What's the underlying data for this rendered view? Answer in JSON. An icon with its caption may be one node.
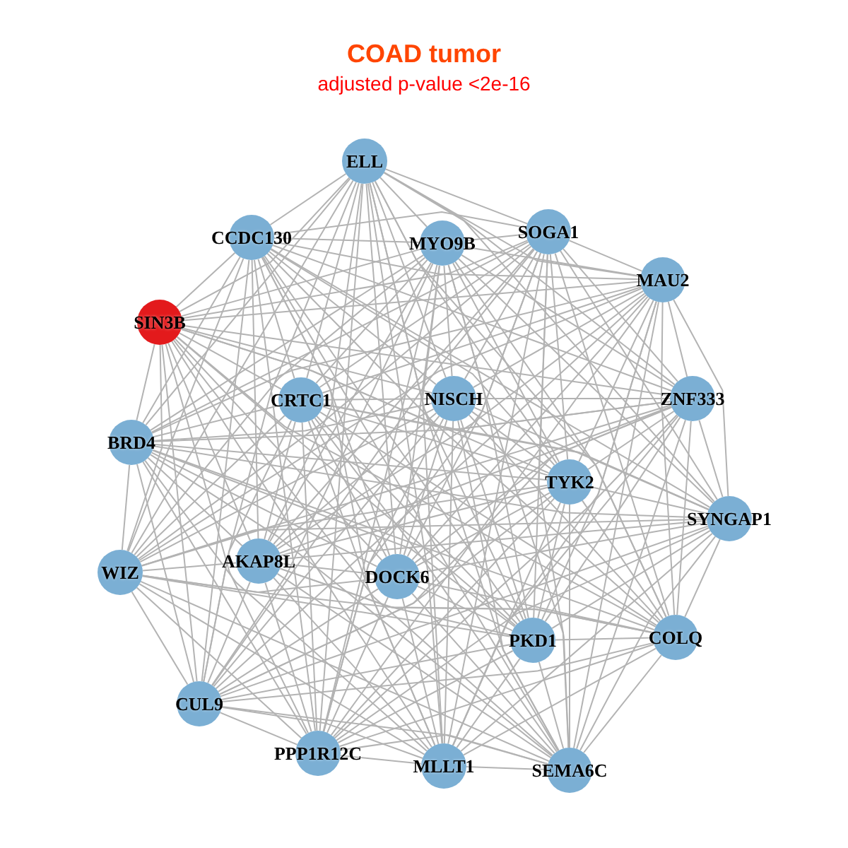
{
  "diagram": {
    "title": "COAD tumor",
    "caption": "adjusted p-value <2e-16",
    "nodes": [
      {
        "text": [
          "ELL"
        ]
      },
      {
        "text": [
          "SOGA1"
        ]
      },
      {
        "text": [
          "CCDC130"
        ]
      },
      {
        "text": [
          "MYO9B"
        ]
      },
      {
        "text": [
          "MAU2"
        ]
      },
      {
        "text": [
          "SIN3B"
        ]
      },
      {
        "text": [
          "CRTC1"
        ]
      },
      {
        "text": [
          "NISCH"
        ]
      },
      {
        "text": [
          "ZNF333"
        ]
      },
      {
        "text": [
          "BRD4"
        ]
      },
      {
        "text": [
          "TYK2"
        ]
      },
      {
        "text": [
          "SYNGAP1"
        ]
      },
      {
        "text": [
          "WIZ"
        ]
      },
      {
        "text": [
          "AKAP8L"
        ]
      },
      {
        "text": [
          "DOCK6"
        ]
      },
      {
        "text": [
          "COLQ"
        ]
      },
      {
        "text": [
          "PKD1"
        ]
      },
      {
        "text": [
          "CUL9"
        ]
      },
      {
        "text": [
          "PPP1R12C"
        ]
      },
      {
        "text": [
          "MLLT1"
        ]
      },
      {
        "text": [
          "SEMA6C"
        ]
      }
    ],
    "edges": [
      {
        "from": 0,
        "to": 1,
        "arrow": "none"
      },
      {
        "from": 0,
        "to": 2,
        "arrow": "none"
      },
      {
        "from": 0,
        "to": 3,
        "arrow": "none"
      },
      {
        "from": 0,
        "to": 4,
        "arrow": "none"
      },
      {
        "from": 0,
        "to": 5,
        "arrow": "none"
      },
      {
        "from": 0,
        "to": 6,
        "arrow": "none"
      },
      {
        "from": 0,
        "to": 7,
        "arrow": "none"
      },
      {
        "from": 0,
        "to": 8,
        "arrow": "none"
      },
      {
        "from": 0,
        "to": 9,
        "arrow": "none"
      },
      {
        "from": 0,
        "to": 10,
        "arrow": "none"
      },
      {
        "from": 0,
        "to": 11,
        "arrow": "none"
      },
      {
        "from": 0,
        "to": 12,
        "arrow": "none"
      },
      {
        "from": 0,
        "to": 13,
        "arrow": "none"
      },
      {
        "from": 0,
        "to": 14,
        "arrow": "none"
      },
      {
        "from": 0,
        "to": 15,
        "arrow": "none"
      },
      {
        "from": 0,
        "to": 16,
        "arrow": "none"
      },
      {
        "from": 0,
        "to": 17,
        "arrow": "none"
      },
      {
        "from": 0,
        "to": 18,
        "arrow": "none"
      },
      {
        "from": 0,
        "to": 19,
        "arrow": "none"
      },
      {
        "from": 0,
        "to": 20,
        "arrow": "none"
      },
      {
        "from": 1,
        "to": 2,
        "arrow": "none"
      },
      {
        "from": 1,
        "to": 3,
        "arrow": "none"
      },
      {
        "from": 1,
        "to": 4,
        "arrow": "none"
      },
      {
        "from": 1,
        "to": 5,
        "arrow": "none"
      },
      {
        "from": 1,
        "to": 6,
        "arrow": "none"
      },
      {
        "from": 1,
        "to": 7,
        "arrow": "none"
      },
      {
        "from": 1,
        "to": 8,
        "arrow": "none"
      },
      {
        "from": 1,
        "to": 9,
        "arrow": "none"
      },
      {
        "from": 1,
        "to": 10,
        "arrow": "none"
      },
      {
        "from": 1,
        "to": 11,
        "arrow": "none"
      },
      {
        "from": 1,
        "to": 12,
        "arrow": "none"
      },
      {
        "from": 1,
        "to": 13,
        "arrow": "none"
      },
      {
        "from": 1,
        "to": 14,
        "arrow": "none"
      },
      {
        "from": 1,
        "to": 15,
        "arrow": "none"
      },
      {
        "from": 1,
        "to": 16,
        "arrow": "none"
      },
      {
        "from": 1,
        "to": 17,
        "arrow": "none"
      },
      {
        "from": 1,
        "to": 18,
        "arrow": "none"
      },
      {
        "from": 1,
        "to": 19,
        "arrow": "none"
      },
      {
        "from": 1,
        "to": 20,
        "arrow": "none"
      },
      {
        "from": 2,
        "to": 3,
        "arrow": "none"
      },
      {
        "from": 2,
        "to": 4,
        "arrow": "none"
      },
      {
        "from": 2,
        "to": 5,
        "arrow": "none"
      },
      {
        "from": 2,
        "to": 6,
        "arrow": "none"
      },
      {
        "from": 2,
        "to": 7,
        "arrow": "none"
      },
      {
        "from": 2,
        "to": 8,
        "arrow": "none"
      },
      {
        "from": 2,
        "to": 9,
        "arrow": "none"
      },
      {
        "from": 2,
        "to": 10,
        "arrow": "none"
      },
      {
        "from": 2,
        "to": 11,
        "arrow": "none"
      },
      {
        "from": 2,
        "to": 12,
        "arrow": "none"
      },
      {
        "from": 2,
        "to": 13,
        "arrow": "none"
      },
      {
        "from": 2,
        "to": 14,
        "arrow": "none"
      },
      {
        "from": 2,
        "to": 15,
        "arrow": "none"
      },
      {
        "from": 2,
        "to": 16,
        "arrow": "none"
      },
      {
        "from": 2,
        "to": 17,
        "arrow": "none"
      },
      {
        "from": 2,
        "to": 18,
        "arrow": "none"
      },
      {
        "from": 2,
        "to": 19,
        "arrow": "none"
      },
      {
        "from": 2,
        "to": 20,
        "arrow": "none"
      },
      {
        "from": 3,
        "to": 4,
        "arrow": "none"
      },
      {
        "from": 3,
        "to": 5,
        "arrow": "none"
      },
      {
        "from": 3,
        "to": 6,
        "arrow": "none"
      },
      {
        "from": 3,
        "to": 7,
        "arrow": "none"
      },
      {
        "from": 3,
        "to": 8,
        "arrow": "none"
      },
      {
        "from": 3,
        "to": 9,
        "arrow": "none"
      },
      {
        "from": 3,
        "to": 10,
        "arrow": "none"
      },
      {
        "from": 3,
        "to": 11,
        "arrow": "none"
      },
      {
        "from": 3,
        "to": 12,
        "arrow": "none"
      },
      {
        "from": 3,
        "to": 13,
        "arrow": "none"
      },
      {
        "from": 3,
        "to": 14,
        "arrow": "none"
      },
      {
        "from": 3,
        "to": 15,
        "arrow": "none"
      },
      {
        "from": 3,
        "to": 16,
        "arrow": "none"
      },
      {
        "from": 3,
        "to": 17,
        "arrow": "none"
      },
      {
        "from": 3,
        "to": 18,
        "arrow": "none"
      },
      {
        "from": 3,
        "to": 19,
        "arrow": "none"
      },
      {
        "from": 3,
        "to": 20,
        "arrow": "none"
      },
      {
        "from": 4,
        "to": 5,
        "arrow": "none"
      },
      {
        "from": 4,
        "to": 6,
        "arrow": "none"
      },
      {
        "from": 4,
        "to": 7,
        "arrow": "none"
      },
      {
        "from": 4,
        "to": 8,
        "arrow": "none"
      },
      {
        "from": 4,
        "to": 9,
        "arrow": "none"
      },
      {
        "from": 4,
        "to": 10,
        "arrow": "none"
      },
      {
        "from": 4,
        "to": 11,
        "arrow": "none"
      },
      {
        "from": 4,
        "to": 12,
        "arrow": "none"
      },
      {
        "from": 4,
        "to": 13,
        "arrow": "none"
      },
      {
        "from": 4,
        "to": 14,
        "arrow": "none"
      },
      {
        "from": 4,
        "to": 15,
        "arrow": "none"
      },
      {
        "from": 4,
        "to": 16,
        "arrow": "none"
      },
      {
        "from": 4,
        "to": 17,
        "arrow": "none"
      },
      {
        "from": 4,
        "to": 18,
        "arrow": "none"
      },
      {
        "from": 4,
        "to": 19,
        "arrow": "none"
      },
      {
        "from": 4,
        "to": 20,
        "arrow": "none"
      },
      {
        "from": 5,
        "to": 6,
        "arrow": "none"
      },
      {
        "from": 5,
        "to": 7,
        "arrow": "none"
      },
      {
        "from": 5,
        "to": 8,
        "arrow": "none"
      },
      {
        "from": 5,
        "to": 9,
        "arrow": "none"
      },
      {
        "from": 5,
        "to": 10,
        "arrow": "none"
      },
      {
        "from": 5,
        "to": 11,
        "arrow": "none"
      },
      {
        "from": 5,
        "to": 12,
        "arrow": "none"
      },
      {
        "from": 5,
        "to": 13,
        "arrow": "none"
      },
      {
        "from": 5,
        "to": 14,
        "arrow": "none"
      },
      {
        "from": 5,
        "to": 15,
        "arrow": "none"
      },
      {
        "from": 5,
        "to": 16,
        "arrow": "none"
      },
      {
        "from": 5,
        "to": 17,
        "arrow": "none"
      },
      {
        "from": 5,
        "to": 18,
        "arrow": "none"
      },
      {
        "from": 5,
        "to": 19,
        "arrow": "none"
      },
      {
        "from": 5,
        "to": 20,
        "arrow": "none"
      },
      {
        "from": 6,
        "to": 7,
        "arrow": "none"
      },
      {
        "from": 6,
        "to": 8,
        "arrow": "none"
      },
      {
        "from": 6,
        "to": 9,
        "arrow": "none"
      },
      {
        "from": 6,
        "to": 10,
        "arrow": "none"
      },
      {
        "from": 6,
        "to": 11,
        "arrow": "none"
      },
      {
        "from": 6,
        "to": 12,
        "arrow": "none"
      },
      {
        "from": 6,
        "to": 13,
        "arrow": "none"
      },
      {
        "from": 6,
        "to": 14,
        "arrow": "none"
      },
      {
        "from": 6,
        "to": 15,
        "arrow": "none"
      },
      {
        "from": 6,
        "to": 16,
        "arrow": "none"
      },
      {
        "from": 6,
        "to": 17,
        "arrow": "none"
      },
      {
        "from": 6,
        "to": 18,
        "arrow": "none"
      },
      {
        "from": 6,
        "to": 19,
        "arrow": "none"
      },
      {
        "from": 6,
        "to": 20,
        "arrow": "none"
      },
      {
        "from": 7,
        "to": 8,
        "arrow": "none"
      },
      {
        "from": 7,
        "to": 9,
        "arrow": "none"
      },
      {
        "from": 7,
        "to": 10,
        "arrow": "none"
      },
      {
        "from": 7,
        "to": 11,
        "arrow": "none"
      },
      {
        "from": 7,
        "to": 12,
        "arrow": "none"
      },
      {
        "from": 7,
        "to": 13,
        "arrow": "none"
      },
      {
        "from": 7,
        "to": 14,
        "arrow": "none"
      },
      {
        "from": 7,
        "to": 15,
        "arrow": "none"
      },
      {
        "from": 7,
        "to": 16,
        "arrow": "none"
      },
      {
        "from": 7,
        "to": 17,
        "arrow": "none"
      },
      {
        "from": 7,
        "to": 18,
        "arrow": "none"
      },
      {
        "from": 7,
        "to": 19,
        "arrow": "none"
      },
      {
        "from": 7,
        "to": 20,
        "arrow": "none"
      },
      {
        "from": 8,
        "to": 9,
        "arrow": "none"
      },
      {
        "from": 8,
        "to": 10,
        "arrow": "none"
      },
      {
        "from": 8,
        "to": 11,
        "arrow": "none"
      },
      {
        "from": 8,
        "to": 12,
        "arrow": "none"
      },
      {
        "from": 8,
        "to": 13,
        "arrow": "none"
      },
      {
        "from": 8,
        "to": 14,
        "arrow": "none"
      },
      {
        "from": 8,
        "to": 15,
        "arrow": "none"
      },
      {
        "from": 8,
        "to": 16,
        "arrow": "none"
      },
      {
        "from": 8,
        "to": 17,
        "arrow": "none"
      },
      {
        "from": 8,
        "to": 18,
        "arrow": "none"
      },
      {
        "from": 8,
        "to": 19,
        "arrow": "none"
      },
      {
        "from": 8,
        "to": 20,
        "arrow": "none"
      },
      {
        "from": 9,
        "to": 10,
        "arrow": "none"
      },
      {
        "from": 9,
        "to": 11,
        "arrow": "none"
      },
      {
        "from": 9,
        "to": 12,
        "arrow": "none"
      },
      {
        "from": 9,
        "to": 13,
        "arrow": "none"
      },
      {
        "from": 9,
        "to": 14,
        "arrow": "none"
      },
      {
        "from": 9,
        "to": 15,
        "arrow": "none"
      },
      {
        "from": 9,
        "to": 16,
        "arrow": "none"
      },
      {
        "from": 9,
        "to": 17,
        "arrow": "none"
      },
      {
        "from": 9,
        "to": 18,
        "arrow": "none"
      },
      {
        "from": 9,
        "to": 19,
        "arrow": "none"
      },
      {
        "from": 9,
        "to": 20,
        "arrow": "none"
      },
      {
        "from": 10,
        "to": 11,
        "arrow": "none"
      },
      {
        "from": 10,
        "to": 12,
        "arrow": "none"
      },
      {
        "from": 10,
        "to": 13,
        "arrow": "none"
      },
      {
        "from": 10,
        "to": 14,
        "arrow": "none"
      },
      {
        "from": 10,
        "to": 15,
        "arrow": "none"
      },
      {
        "from": 10,
        "to": 16,
        "arrow": "none"
      },
      {
        "from": 10,
        "to": 17,
        "arrow": "none"
      },
      {
        "from": 10,
        "to": 18,
        "arrow": "none"
      },
      {
        "from": 10,
        "to": 19,
        "arrow": "none"
      },
      {
        "from": 10,
        "to": 20,
        "arrow": "none"
      },
      {
        "from": 11,
        "to": 12,
        "arrow": "none"
      },
      {
        "from": 11,
        "to": 13,
        "arrow": "none"
      },
      {
        "from": 11,
        "to": 14,
        "arrow": "none"
      },
      {
        "from": 11,
        "to": 15,
        "arrow": "none"
      },
      {
        "from": 11,
        "to": 16,
        "arrow": "none"
      },
      {
        "from": 11,
        "to": 17,
        "arrow": "none"
      },
      {
        "from": 11,
        "to": 18,
        "arrow": "none"
      },
      {
        "from": 11,
        "to": 19,
        "arrow": "none"
      },
      {
        "from": 11,
        "to": 20,
        "arrow": "none"
      },
      {
        "from": 12,
        "to": 13,
        "arrow": "none"
      },
      {
        "from": 12,
        "to": 14,
        "arrow": "none"
      },
      {
        "from": 12,
        "to": 15,
        "arrow": "none"
      },
      {
        "from": 12,
        "to": 16,
        "arrow": "none"
      },
      {
        "from": 12,
        "to": 17,
        "arrow": "none"
      },
      {
        "from": 12,
        "to": 18,
        "arrow": "none"
      },
      {
        "from": 12,
        "to": 19,
        "arrow": "none"
      },
      {
        "from": 12,
        "to": 20,
        "arrow": "none"
      },
      {
        "from": 13,
        "to": 14,
        "arrow": "none"
      },
      {
        "from": 13,
        "to": 15,
        "arrow": "none"
      },
      {
        "from": 13,
        "to": 16,
        "arrow": "none"
      },
      {
        "from": 13,
        "to": 17,
        "arrow": "none"
      },
      {
        "from": 13,
        "to": 18,
        "arrow": "none"
      },
      {
        "from": 13,
        "to": 19,
        "arrow": "none"
      },
      {
        "from": 13,
        "to": 20,
        "arrow": "none"
      },
      {
        "from": 14,
        "to": 15,
        "arrow": "none"
      },
      {
        "from": 14,
        "to": 16,
        "arrow": "none"
      },
      {
        "from": 14,
        "to": 17,
        "arrow": "none"
      },
      {
        "from": 14,
        "to": 18,
        "arrow": "none"
      },
      {
        "from": 14,
        "to": 19,
        "arrow": "none"
      },
      {
        "from": 14,
        "to": 20,
        "arrow": "none"
      },
      {
        "from": 15,
        "to": 16,
        "arrow": "none"
      },
      {
        "from": 15,
        "to": 17,
        "arrow": "none"
      },
      {
        "from": 15,
        "to": 18,
        "arrow": "none"
      },
      {
        "from": 15,
        "to": 19,
        "arrow": "none"
      },
      {
        "from": 15,
        "to": 20,
        "arrow": "none"
      },
      {
        "from": 16,
        "to": 17,
        "arrow": "none"
      },
      {
        "from": 16,
        "to": 18,
        "arrow": "none"
      },
      {
        "from": 16,
        "to": 19,
        "arrow": "none"
      },
      {
        "from": 16,
        "to": 20,
        "arrow": "none"
      },
      {
        "from": 17,
        "to": 18,
        "arrow": "none"
      },
      {
        "from": 17,
        "to": 19,
        "arrow": "none"
      },
      {
        "from": 17,
        "to": 20,
        "arrow": "none"
      },
      {
        "from": 18,
        "to": 19,
        "arrow": "none"
      },
      {
        "from": 18,
        "to": 20,
        "arrow": "none"
      },
      {
        "from": 19,
        "to": 20,
        "arrow": "none"
      }
    ]
  }
}
